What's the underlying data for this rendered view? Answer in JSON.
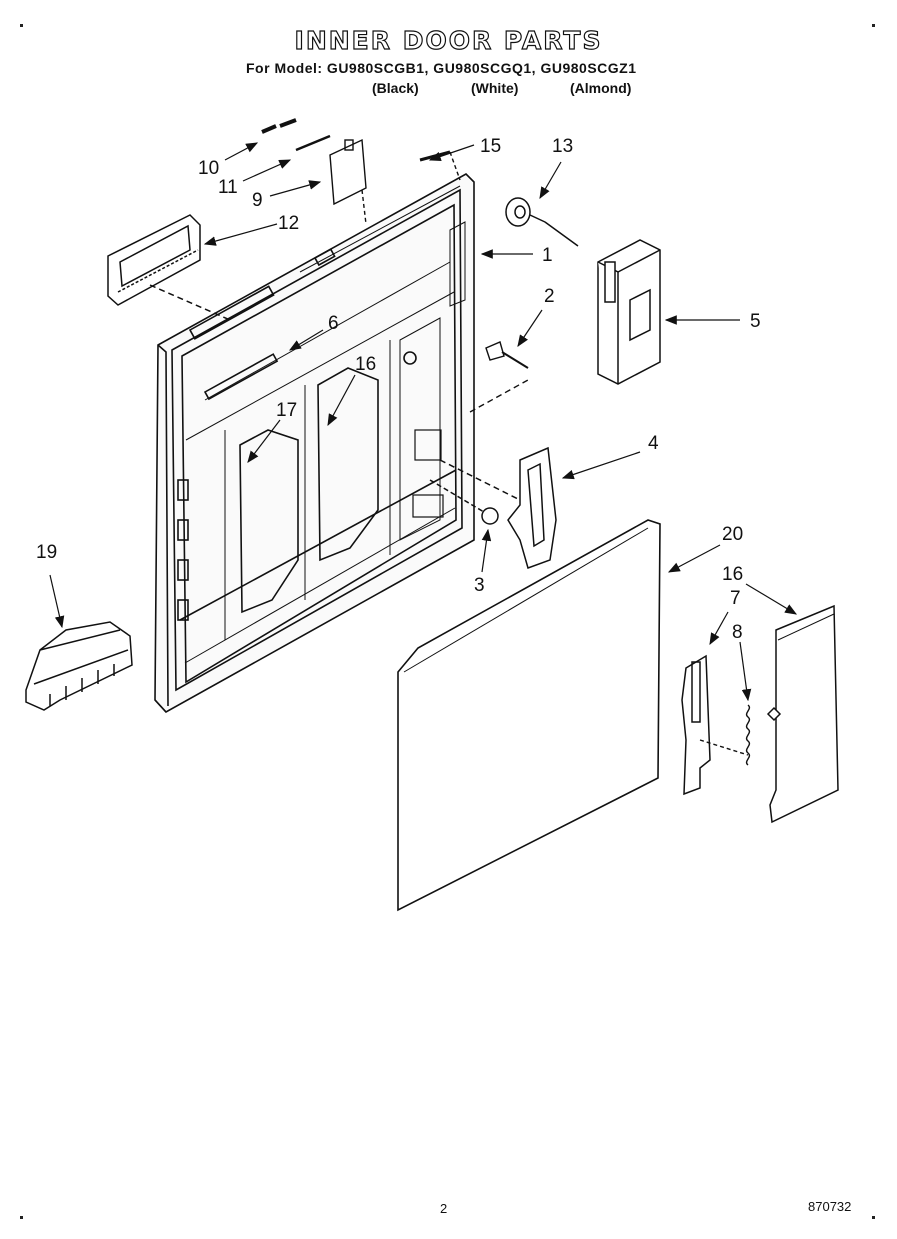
{
  "header": {
    "title": "INNER DOOR PARTS",
    "models_line": "For Model: GU980SCGB1, GU980SCGQ1, GU980SCGZ1",
    "colors": [
      "(Black)",
      "(White)",
      "(Almond)"
    ]
  },
  "callouts": [
    "1",
    "2",
    "3",
    "4",
    "5",
    "6",
    "7",
    "8",
    "9",
    "10",
    "11",
    "12",
    "13",
    "15",
    "16",
    "17",
    "17",
    "19",
    "20"
  ],
  "footer": {
    "page_number": "2",
    "doc_code": "870732"
  }
}
